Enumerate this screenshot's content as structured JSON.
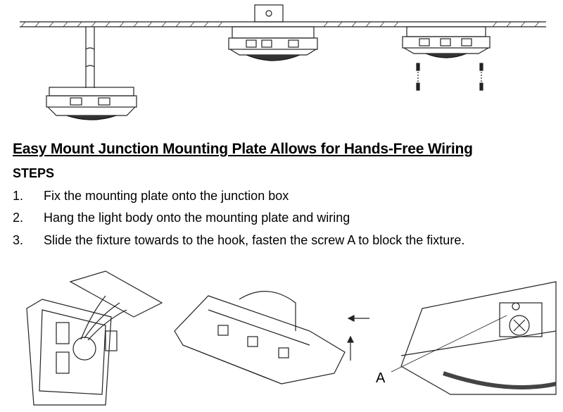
{
  "title": "Easy Mount Junction Mounting Plate Allows for Hands-Free Wiring",
  "steps_heading": "STEPS",
  "steps": [
    {
      "number": "1.",
      "text": "Fix the mounting plate onto the junction box"
    },
    {
      "number": "2.",
      "text": "Hang the light body onto the mounting plate and wiring"
    },
    {
      "number": "3.",
      "text": "Slide the fixture towards to the hook, fasten the screw A to block the fixture."
    }
  ],
  "callout_label": "A"
}
